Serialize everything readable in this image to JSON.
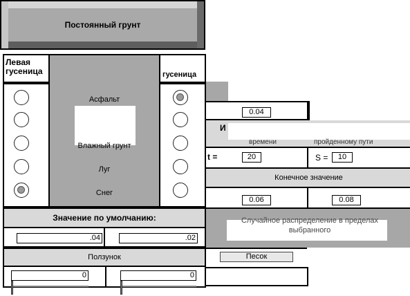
{
  "title_button": "Постоянный грунт",
  "left_header": "Левая гусеница",
  "right_header": "гусеница",
  "surfaces": [
    "Асфальт",
    "Влажный грунт",
    "Луг",
    "Снег"
  ],
  "left_radios": [
    false,
    false,
    false,
    false,
    true
  ],
  "right_radios": [
    true,
    false,
    false,
    false,
    false
  ],
  "right_panel": {
    "value_top": "0.04",
    "time_label": "t =",
    "time_value": "20",
    "path_label": "S =",
    "path_value": "10",
    "col_head_left": "времени",
    "col_head_right": "пройденному пути",
    "final_header": "Конечное значение",
    "final_left": "0.06",
    "final_right": "0.08",
    "random_label": "Случайное распределение в пределах выбранного",
    "sand_button": "Песок"
  },
  "default_section": {
    "label": "Значение по умолчанию:",
    "left_value": ".04",
    "right_value": ".02"
  },
  "slider_section": {
    "label": "Ползунок",
    "left_value": "0",
    "right_value": "0"
  }
}
